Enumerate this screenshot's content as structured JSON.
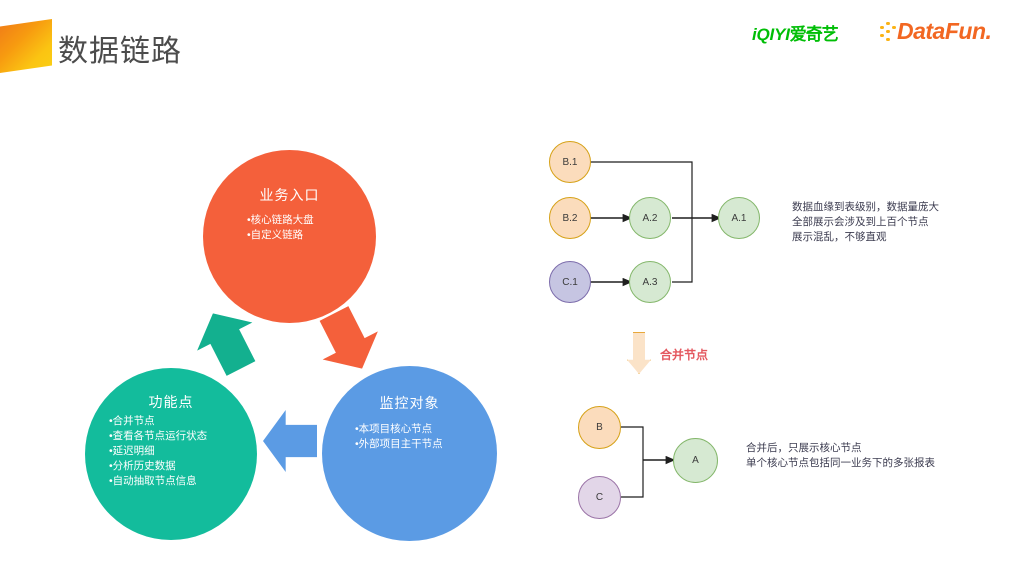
{
  "header": {
    "title": "数据链路",
    "logo_mark": "orange-gradient-parallelogram",
    "iqiyi_latin": "iQIYI",
    "iqiyi_cn": "爱奇艺",
    "datafun_word": "DataFun.",
    "colors": {
      "orange": "#F07A18",
      "yellow": "#FAD015",
      "iqiyi_green": "#00BE06",
      "datafun_orange": "#F26722"
    }
  },
  "cycle": {
    "circles": [
      {
        "id": "business-entry",
        "title": "业务入口",
        "color": "#F4603B",
        "items": [
          "•核心链路大盘",
          "•自定义链路"
        ]
      },
      {
        "id": "function-points",
        "title": "功能点",
        "color": "#13BC9C",
        "items": [
          "•合并节点",
          "•查看各节点运行状态",
          "•延迟明细",
          "•分析历史数据",
          "•自动抽取节点信息"
        ]
      },
      {
        "id": "monitor-targets",
        "title": "监控对象",
        "color": "#5B9BE4",
        "items": [
          "•本项目核心节点",
          "•外部项目主干节点"
        ]
      }
    ],
    "arrows": [
      {
        "name": "green-arrow",
        "color": "#13B08F"
      },
      {
        "name": "orange-arrow",
        "color": "#F4603B"
      },
      {
        "name": "blue-arrow",
        "color": "#5B9BE4"
      }
    ]
  },
  "graph_before": {
    "nodes": [
      {
        "id": "B1",
        "label": "B.1",
        "style": "orange"
      },
      {
        "id": "B2",
        "label": "B.2",
        "style": "orange"
      },
      {
        "id": "C1",
        "label": "C.1",
        "style": "purpleA"
      },
      {
        "id": "A2",
        "label": "A.2",
        "style": "green"
      },
      {
        "id": "A3",
        "label": "A.3",
        "style": "green"
      },
      {
        "id": "A1",
        "label": "A.1",
        "style": "green"
      }
    ],
    "edges": [
      {
        "from": "B.1",
        "to": "A.1"
      },
      {
        "from": "B.2",
        "to": "A.2"
      },
      {
        "from": "C.1",
        "to": "A.3"
      },
      {
        "from": "A.2",
        "to": "A.1"
      },
      {
        "from": "A.3",
        "to": "A.1"
      }
    ],
    "note": [
      "数据血缘到表级别，数据量庞大",
      "全部展示会涉及到上百个节点",
      "展示混乱，不够直观"
    ]
  },
  "merge": {
    "label": "合并节点",
    "label_color": "#E4585F",
    "arrow_fill": "#FBE3C8",
    "arrow_border": "#E8A83B"
  },
  "graph_after": {
    "nodes": [
      {
        "id": "B",
        "label": "B",
        "style": "orange"
      },
      {
        "id": "C",
        "label": "C",
        "style": "purpleB"
      },
      {
        "id": "A",
        "label": "A",
        "style": "green"
      }
    ],
    "edges": [
      {
        "from": "B",
        "to": "A"
      },
      {
        "from": "C",
        "to": "A"
      }
    ],
    "note": [
      "合并后，只展示核心节点",
      "单个核心节点包括同一业务下的多张报表"
    ]
  }
}
